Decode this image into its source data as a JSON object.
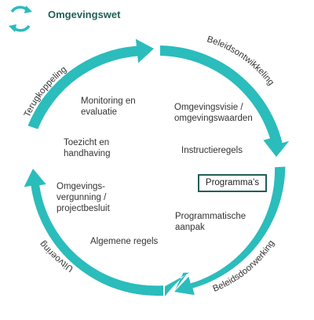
{
  "header": {
    "title": "Omgevingswet",
    "logo_icon": "cycle-arrows-icon",
    "logo_color": "#2bbcbc"
  },
  "cycle": {
    "arrow_color": "#2bbcbc",
    "phases": {
      "beleidsontwikkeling": "Beleidsontwikkeling",
      "beleidsdoorwerking": "Beleidsdoorwerking",
      "uitvoering": "Uitvoering",
      "terugkoppeling": "Terugkoppeling"
    },
    "instruments": {
      "omgevingsvisie_line1": "Omgevingsvisie /",
      "omgevingsvisie_line2": "omgevingswaarden",
      "instructieregels": "Instructieregels",
      "programmas": "Programma’s",
      "programmatische_line1": "Programmatische",
      "programmatische_line2": "aanpak",
      "algemene_regels": "Algemene regels",
      "vergunning_line1": "Omgevings-",
      "vergunning_line2": "vergunning /",
      "vergunning_line3": "projectbesluit",
      "toezicht_line1": "Toezicht en",
      "toezicht_line2": "handhaving",
      "monitoring_line1": "Monitoring en",
      "monitoring_line2": "evaluatie"
    },
    "highlight_border_color": "#1f5f56"
  }
}
